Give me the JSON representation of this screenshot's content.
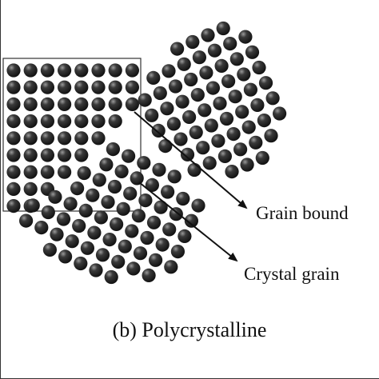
{
  "figure": {
    "callouts": {
      "grain_boundary": "Grain bound",
      "crystal_grain": "Crystal grain"
    },
    "caption": "(b) Polycrystalline"
  },
  "colors": {
    "atom": "#121212",
    "atom_highlight": "#9a9a9a",
    "line": "#111111",
    "frame": "#333333",
    "background": "#ffffff"
  }
}
